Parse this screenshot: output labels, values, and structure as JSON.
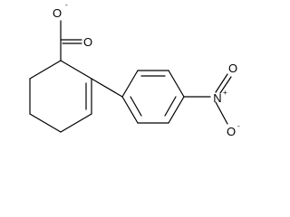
{
  "molecule": {
    "atoms": {
      "carboxylate_oxygen_minus": {
        "symbol": "O",
        "charge": "-"
      },
      "carbonyl_oxygen": {
        "symbol": "O",
        "charge": ""
      },
      "nitro_nitrogen": {
        "symbol": "N",
        "charge": "+"
      },
      "nitro_oxygen_minus": {
        "symbol": "O",
        "charge": "-"
      },
      "nitro_oxygen": {
        "symbol": "O",
        "charge": ""
      }
    }
  }
}
